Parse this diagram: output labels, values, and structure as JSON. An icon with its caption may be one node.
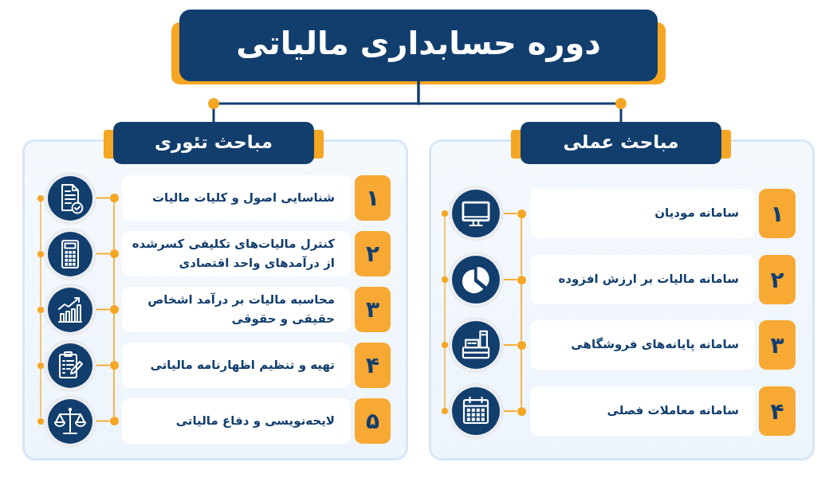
{
  "diagram": {
    "nodes": [
      {
        "text": [
          "دوره حسابداری مالیاتی"
        ]
      },
      {
        "text": [
          "مباحث عملی"
        ]
      },
      {
        "text": [],
        "shape": "box"
      },
      {
        "text": [
          "۱"
        ],
        "in": 2
      },
      {
        "text": [
          "سامانه مودیان"
        ],
        "in": 2
      },
      {
        "text": [],
        "shape": "circle",
        "in": 2
      },
      {
        "text": [
          "۲"
        ],
        "in": 2
      },
      {
        "text": [
          "سامانه مالیات بر ارزش افزوده"
        ],
        "in": 2
      },
      {
        "text": [],
        "shape": "circle",
        "in": 2
      },
      {
        "text": [
          "۳"
        ],
        "in": 2
      },
      {
        "text": [
          "سامانه پایانه‌های فروشگاهی"
        ],
        "in": 2
      },
      {
        "text": [],
        "shape": "circle",
        "in": 2
      },
      {
        "text": [
          "۴"
        ],
        "in": 2
      },
      {
        "text": [
          "سامانه معاملات فصلی"
        ],
        "in": 2
      },
      {
        "text": [],
        "shape": "circle",
        "in": 2
      },
      {
        "text": [
          "مباحث تئوری"
        ]
      },
      {
        "text": [],
        "shape": "box"
      },
      {
        "text": [
          "۱"
        ],
        "in": 16
      },
      {
        "text": [
          "شناسایی اصول و کلیات مالیات"
        ],
        "in": 16
      },
      {
        "text": [],
        "shape": "circle",
        "in": 16
      },
      {
        "text": [
          "۲"
        ],
        "in": 16
      },
      {
        "text": [
          "کنترل مالیات‌های تکلیفی کسرشده از درآمدهای واحد اقتصادی"
        ],
        "in": 16
      },
      {
        "text": [],
        "shape": "circle",
        "in": 16
      },
      {
        "text": [
          "۳"
        ],
        "in": 16
      },
      {
        "text": [
          "محاسبه مالیات بر درآمد اشخاص حقیقی و حقوقی"
        ],
        "in": 16
      },
      {
        "text": [],
        "shape": "circle",
        "in": 16
      },
      {
        "text": [
          "۴"
        ],
        "in": 16
      },
      {
        "text": [
          "تهیه و تنظیم اظهارنامه مالیاتی"
        ],
        "in": 16
      },
      {
        "text": [],
        "shape": "circle",
        "in": 16
      },
      {
        "text": [
          "۵"
        ],
        "in": 16
      },
      {
        "text": [
          "لایحه‌نویسی و دفاع مالیاتی"
        ],
        "in": 16
      },
      {
        "text": [],
        "shape": "circle",
        "in": 16
      },
      {
        "text": [],
        "shape": "circle",
        "in": 2
      },
      {
        "text": [],
        "shape": "circle",
        "in": 2
      },
      {
        "text": [],
        "shape": "circle",
        "in": 2
      },
      {
        "text": [],
        "shape": "circle",
        "in": 2
      },
      {
        "text": [],
        "shape": "circle",
        "in": 2
      },
      {
        "text": [],
        "shape": "circle",
        "in": 2
      },
      {
        "text": [],
        "shape": "circle",
        "in": 2
      },
      {
        "text": [],
        "shape": "circle",
        "in": 2
      },
      {
        "text": [],
        "shape": "circle",
        "in": 16
      },
      {
        "text": [],
        "shape": "circle",
        "in": 16
      },
      {
        "text": [],
        "shape": "circle",
        "in": 16
      },
      {
        "text": [],
        "shape": "circle",
        "in": 16
      },
      {
        "text": [],
        "shape": "circle",
        "in": 16
      },
      {
        "text": [],
        "shape": "circle",
        "in": 16
      },
      {
        "text": [],
        "shape": "circle",
        "in": 16
      },
      {
        "text": [],
        "shape": "circle",
        "in": 16
      },
      {
        "text": [],
        "shape": "circle",
        "in": 16
      },
      {
        "text": [],
        "shape": "circle",
        "in": 16
      }
    ],
    "edges": [
      {
        "from": 0,
        "to": 1,
        "arrow": "none",
        "color": "#123e6e"
      },
      {
        "from": 0,
        "to": 15,
        "arrow": "none",
        "color": "#123e6e"
      },
      {
        "from": 5,
        "to": 32,
        "arrow": "none"
      },
      {
        "from": 8,
        "to": 33,
        "arrow": "none"
      },
      {
        "from": 11,
        "to": 34,
        "arrow": "none"
      },
      {
        "from": 14,
        "to": 35,
        "arrow": "none"
      },
      {
        "from": 32,
        "to": 33,
        "arrow": "none"
      },
      {
        "from": 33,
        "to": 34,
        "arrow": "none"
      },
      {
        "from": 34,
        "to": 35,
        "arrow": "none"
      },
      {
        "from": 36,
        "to": 37,
        "arrow": "none"
      },
      {
        "from": 37,
        "to": 38,
        "arrow": "none"
      },
      {
        "from": 38,
        "to": 39,
        "arrow": "none"
      },
      {
        "from": 19,
        "to": 40,
        "arrow": "none"
      },
      {
        "from": 22,
        "to": 41,
        "arrow": "none"
      },
      {
        "from": 25,
        "to": 42,
        "arrow": "none"
      },
      {
        "from": 28,
        "to": 43,
        "arrow": "none"
      },
      {
        "from": 31,
        "to": 44,
        "arrow": "none"
      },
      {
        "from": 40,
        "to": 41,
        "arrow": "none"
      },
      {
        "from": 41,
        "to": 42,
        "arrow": "none"
      },
      {
        "from": 42,
        "to": 43,
        "arrow": "none"
      },
      {
        "from": 43,
        "to": 44,
        "arrow": "none"
      },
      {
        "from": 45,
        "to": 46,
        "arrow": "none"
      },
      {
        "from": 46,
        "to": 47,
        "arrow": "none"
      },
      {
        "from": 47,
        "to": 48,
        "arrow": "none"
      },
      {
        "from": 48,
        "to": 49,
        "arrow": "none"
      }
    ]
  }
}
